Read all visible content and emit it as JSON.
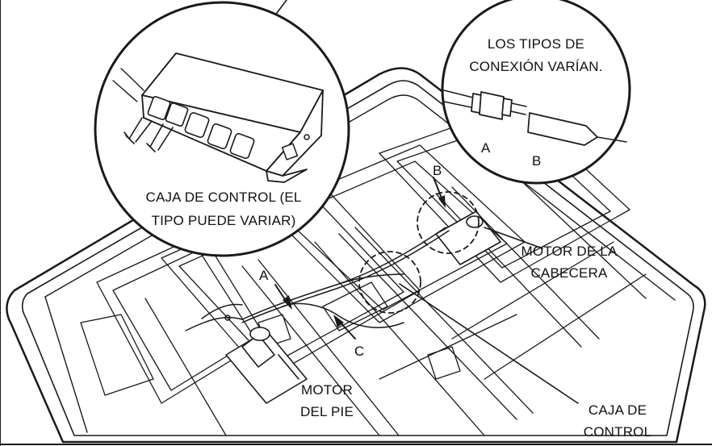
{
  "labels": {
    "control_box_inset_line1": "CAJA DE CONTROL (EL",
    "control_box_inset_line2": "TIPO PUEDE VARIAR)",
    "connection_types_line1": "LOS TIPOS DE",
    "connection_types_line2": "CONEXIÓN VARÍAN.",
    "inset_a": "A",
    "inset_b": "B",
    "head_motor_line1": "MOTOR DE LA",
    "head_motor_line2": "CABECERA",
    "foot_motor_line1": "MOTOR",
    "foot_motor_line2": "DEL PIE",
    "control_box_line1": "CAJA DE",
    "control_box_line2": "CONTROL",
    "callout_a": "A",
    "callout_b": "B",
    "callout_c": "C"
  }
}
